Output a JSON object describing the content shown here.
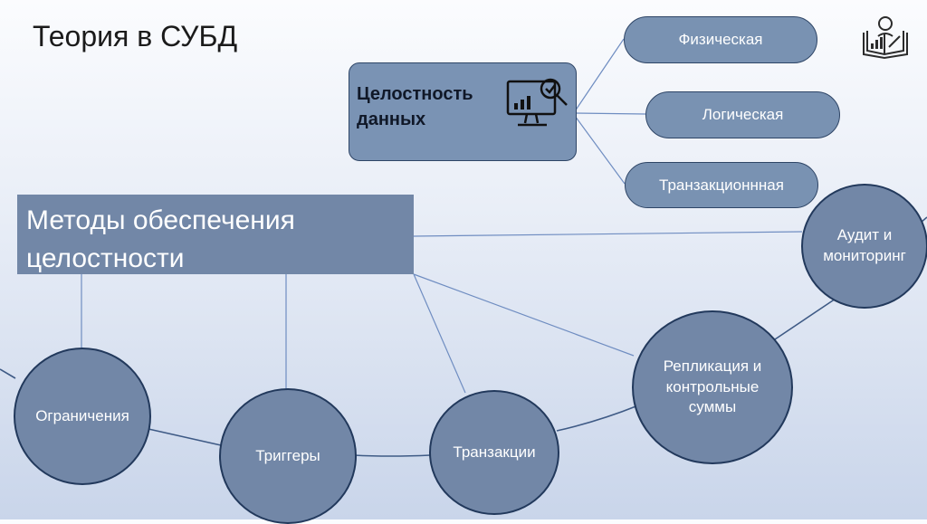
{
  "slide": {
    "title": "Теория в СУБД"
  },
  "integrity": {
    "label": "Целостность\nданных",
    "icon": "monitor-chart-magnifier-icon"
  },
  "integrity_types": [
    {
      "label": "Физическая"
    },
    {
      "label": "Логическая"
    },
    {
      "label": "Транзакционнная"
    }
  ],
  "methods": {
    "label": "Методы обеспечения\nцелостности"
  },
  "method_nodes": [
    {
      "label": "Ограничения"
    },
    {
      "label": "Триггеры"
    },
    {
      "label": "Транзакции"
    },
    {
      "label": "Репликация и\nконтрольные\nсуммы"
    },
    {
      "label": "Аудит и\nмониторинг"
    }
  ],
  "corner_icon": "book-chart-reader-icon",
  "colors": {
    "node_fill": "#7287a7",
    "node_border": "#22395c",
    "pill_fill": "#7992b2",
    "line": "#6f8dc1"
  }
}
